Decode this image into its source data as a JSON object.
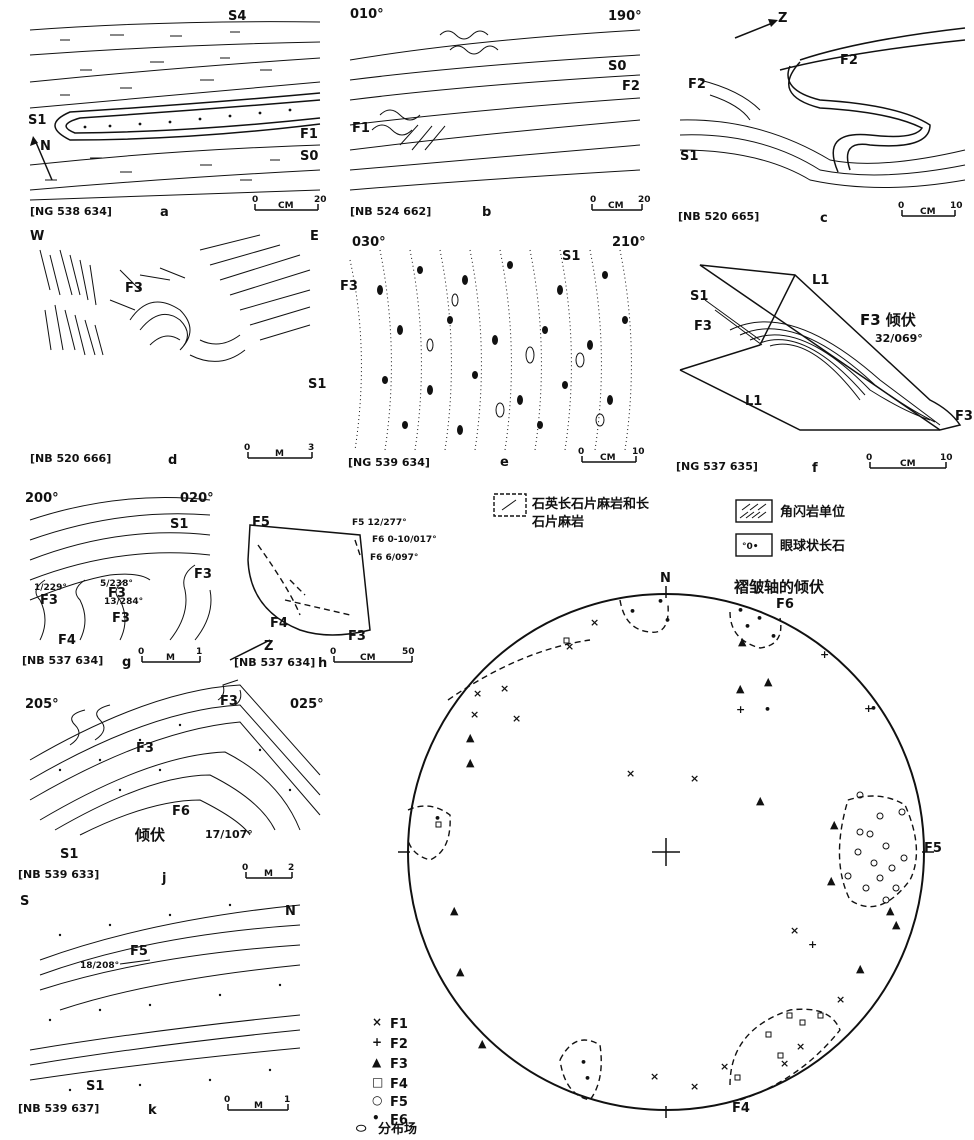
{
  "panels": {
    "a": {
      "letter": "a",
      "ref": "[NG 538 634]",
      "scale_zero": "0",
      "scale_unit": "CM",
      "scale_max": "20",
      "labels": {
        "s4": "S4",
        "s1": "S1",
        "f1": "F1",
        "s0": "S0",
        "n": "N"
      }
    },
    "b": {
      "letter": "b",
      "ref": "[NB 524 662]",
      "scale_zero": "0",
      "scale_unit": "CM",
      "scale_max": "20",
      "labels": {
        "az_left": "010°",
        "az_right": "190°",
        "s0": "S0",
        "f2": "F2",
        "f1": "F1"
      }
    },
    "c": {
      "letter": "c",
      "ref": "[NB 520 665]",
      "scale_zero": "0",
      "scale_unit": "CM",
      "scale_max": "10",
      "labels": {
        "z": "Z",
        "f2a": "F2",
        "f2b": "F2",
        "s1": "S1"
      }
    },
    "d": {
      "letter": "d",
      "ref": "[NB 520 666]",
      "scale_zero": "0",
      "scale_unit": "M",
      "scale_max": "3",
      "labels": {
        "w": "W",
        "e": "E",
        "f3": "F3",
        "s1": "S1"
      }
    },
    "e": {
      "letter": "e",
      "ref": "[NG 539 634]",
      "scale_zero": "0",
      "scale_unit": "CM",
      "scale_max": "10",
      "labels": {
        "az_left": "030°",
        "az_right": "210°",
        "s1": "S1",
        "f3": "F3"
      }
    },
    "f": {
      "letter": "f",
      "ref": "[NG 537 635]",
      "scale_zero": "0",
      "scale_unit": "CM",
      "scale_max": "10",
      "labels": {
        "s1": "S1",
        "f3a": "F3",
        "l1a": "L1",
        "l1b": "L1",
        "plunge_title": "F3 倾伏",
        "plunge_value": "32/069°",
        "f3b": "F3"
      }
    },
    "g": {
      "letter": "g",
      "ref": "[NB 537 634]",
      "scale_zero": "0",
      "scale_unit": "M",
      "scale_max": "1",
      "labels": {
        "az_left": "200°",
        "az_right": "020°",
        "s1": "S1",
        "p1": "1/229°",
        "p2": "5/238°",
        "p3": "13/284°",
        "f3a": "F3",
        "f3b": "F3",
        "f3c": "F3",
        "f3d": "F3",
        "f4": "F4"
      }
    },
    "h": {
      "letter": "h",
      "ref": "[NB 537 634]",
      "scale_zero": "0",
      "scale_unit": "CM",
      "scale_max": "50",
      "labels": {
        "f5": "F5",
        "f5v": "F5 12/277°",
        "f6v": "F6 0-10/017°",
        "f6b": "F6 6/097°",
        "f4": "F4",
        "f3": "F3",
        "z": "Z"
      }
    },
    "j": {
      "letter": "j",
      "ref": "[NB 539 633]",
      "scale_zero": "0",
      "scale_unit": "M",
      "scale_max": "2",
      "labels": {
        "az_left": "205°",
        "az_right": "025°",
        "f3a": "F3",
        "f3b": "F3",
        "f6": "F6",
        "s1": "S1",
        "plunge_word": "倾伏",
        "plunge_value": "17/107°"
      }
    },
    "k": {
      "letter": "k",
      "ref": "[NB 539 637]",
      "scale_zero": "0",
      "scale_unit": "M",
      "scale_max": "1",
      "labels": {
        "s": "S",
        "n": "N",
        "f5": "F5",
        "plunge": "18/208°",
        "s1": "S1"
      }
    }
  },
  "legend_top": [
    {
      "key": "quartz",
      "text_line1": "石英长石片麻岩和长",
      "text_line2": "石片麻岩"
    },
    {
      "key": "amphibolite",
      "text": "角闪岩单位"
    },
    {
      "key": "augen",
      "text": "眼球状长石",
      "symbol": "°0•"
    }
  ],
  "stereonet": {
    "title": "褶皱轴的倾伏",
    "north": "N",
    "f4_label": "F4",
    "f5_label": "F5",
    "f6_label": "F6",
    "legend": [
      {
        "symbol": "×",
        "label": "F1"
      },
      {
        "symbol": "+",
        "label": "F2"
      },
      {
        "symbol": "▲",
        "label": "F3"
      },
      {
        "symbol": "□",
        "label": "F4"
      },
      {
        "symbol": "○",
        "label": "F5"
      },
      {
        "symbol": "•",
        "label": "F6"
      },
      {
        "symbol": "⬭",
        "label": "分布场"
      }
    ]
  }
}
